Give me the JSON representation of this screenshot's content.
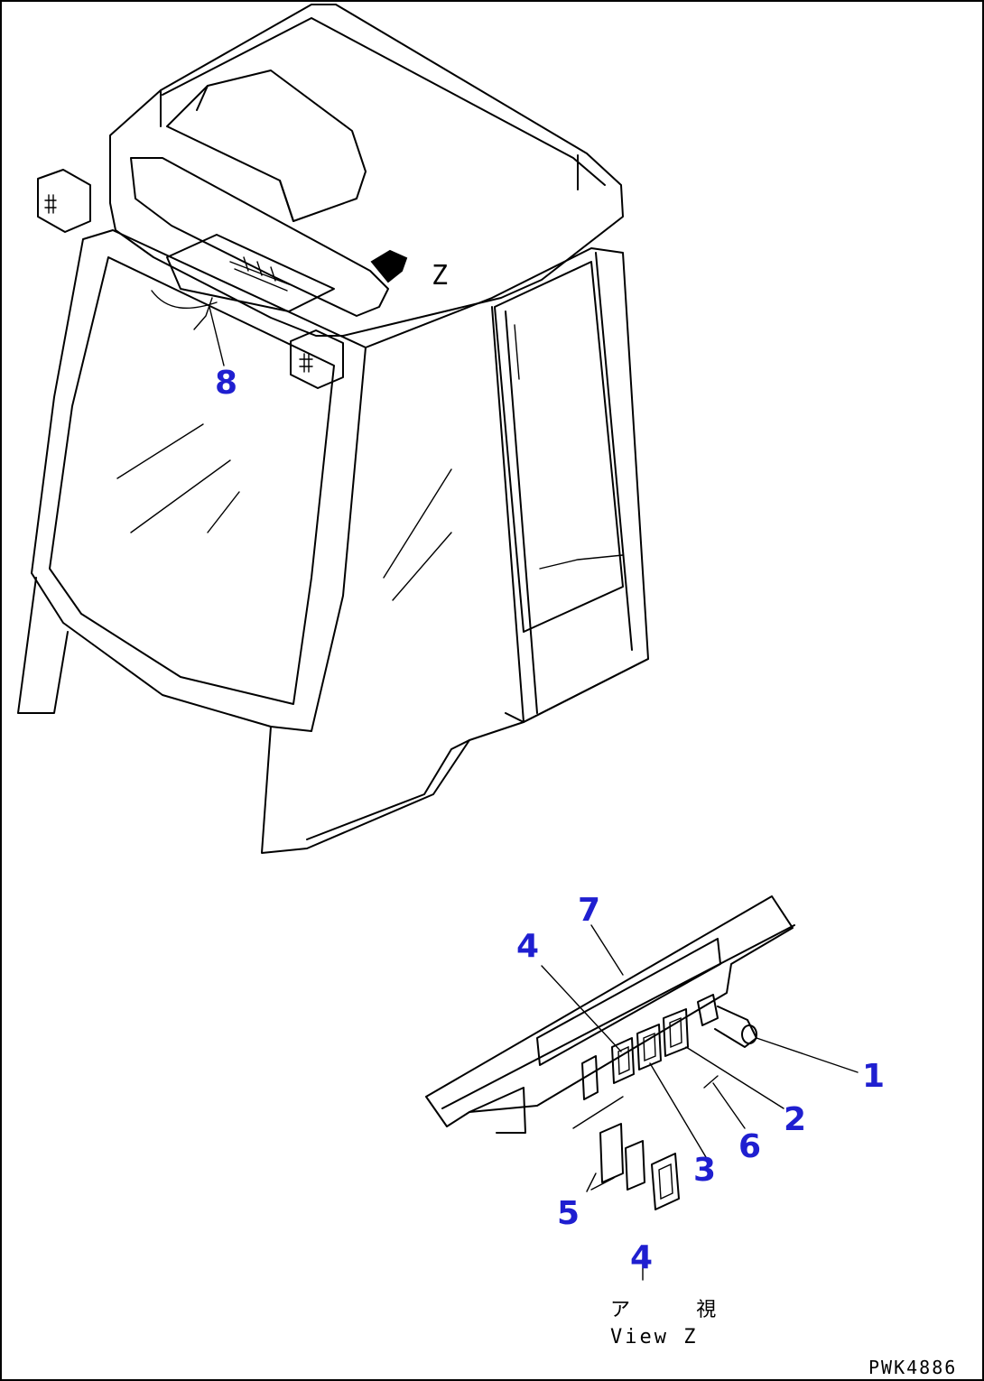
{
  "view_letter": "Z",
  "view_caption_jp": "ア 視",
  "view_caption": "View Z",
  "drawing_code": "PWK4886",
  "callouts": [
    {
      "label": "1"
    },
    {
      "label": "2"
    },
    {
      "label": "3"
    },
    {
      "label": "4"
    },
    {
      "label": "4"
    },
    {
      "label": "5"
    },
    {
      "label": "6"
    },
    {
      "label": "7"
    },
    {
      "label": "8"
    }
  ]
}
